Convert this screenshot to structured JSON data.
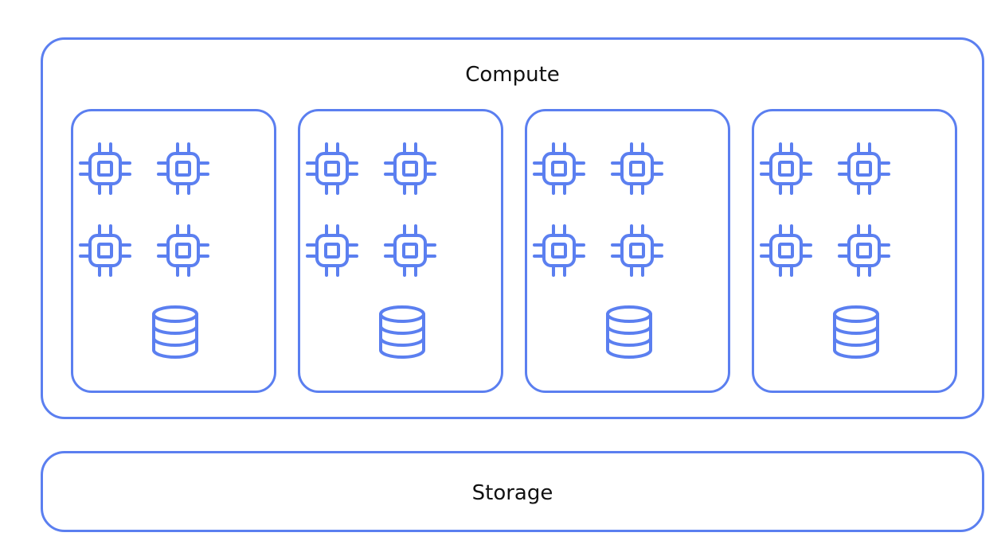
{
  "compute": {
    "title": "Compute",
    "nodes": [
      {
        "cpus": 4,
        "disks": 1
      },
      {
        "cpus": 4,
        "disks": 1
      },
      {
        "cpus": 4,
        "disks": 1
      },
      {
        "cpus": 4,
        "disks": 1
      }
    ]
  },
  "storage": {
    "title": "Storage"
  },
  "icons": {
    "cpu": "cpu-chip-icon",
    "disk": "database-icon"
  },
  "colors": {
    "accent": "#5b7ff0",
    "background": "#ffffff",
    "text": "#111111"
  }
}
